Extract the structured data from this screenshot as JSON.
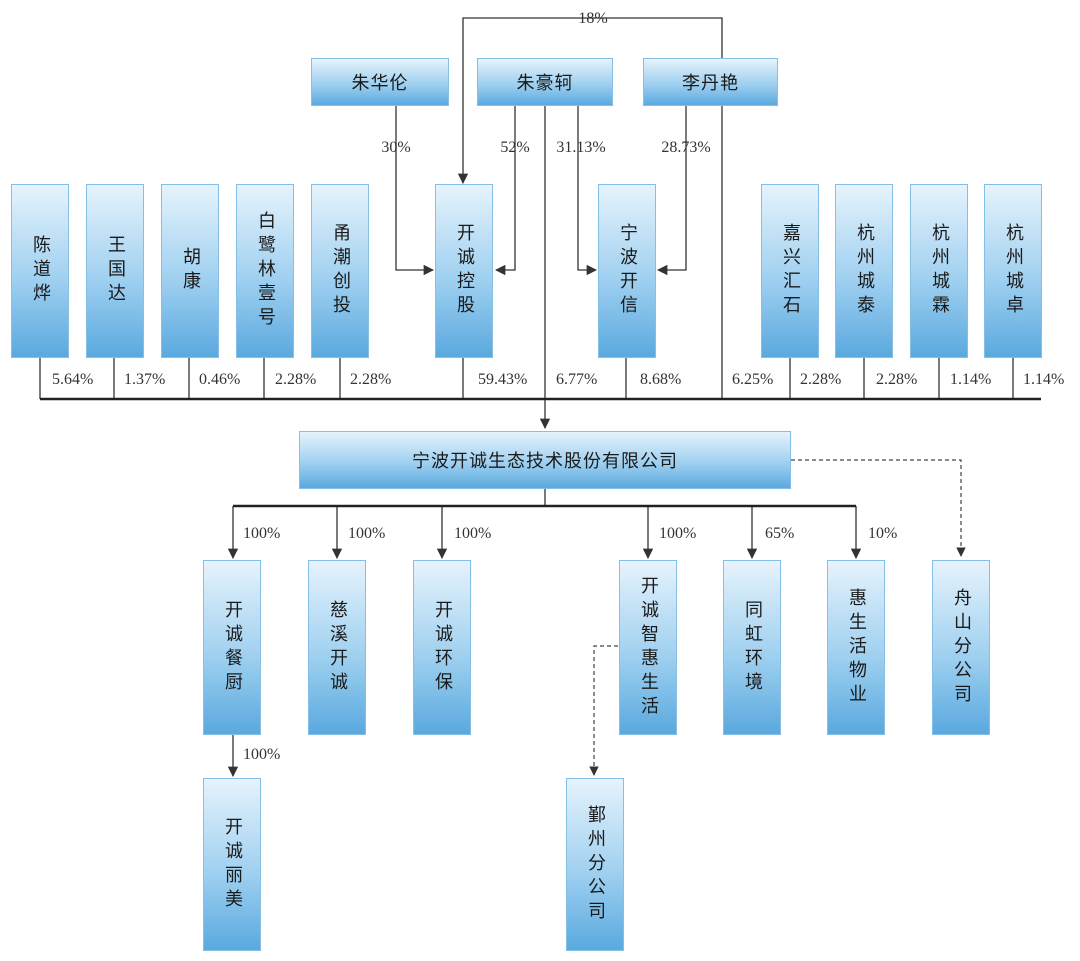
{
  "persons": {
    "zhu_hualun": "朱华伦",
    "zhu_haoke": "朱豪轲",
    "li_danyan": "李丹艳"
  },
  "holders": {
    "chen": "陈道烨",
    "wang": "王国达",
    "hu": "胡康",
    "bailu": "白鹭林壹号",
    "yongchao": "甬潮创投",
    "kaicheng_holding": "开诚控股",
    "ningbo_kaixin": "宁波开信",
    "jiaxing": "嘉兴汇石",
    "hz_tai": "杭州城泰",
    "hz_lin": "杭州城霖",
    "hz_zhuo": "杭州城卓"
  },
  "company": "宁波开诚生态技术股份有限公司",
  "subsidiaries": {
    "canchu": "开诚餐厨",
    "cixi": "慈溪开诚",
    "huanbao": "开诚环保",
    "zhihui": "开诚智惠生活",
    "tonghong": "同虹环境",
    "huisheng": "惠生活物业",
    "zhoushan": "舟山分公司",
    "limei": "开诚丽美",
    "yinzhou": "鄞州分公司"
  },
  "ratios": {
    "top_loop": "18%",
    "hualun_to_holding": "30%",
    "haoke_to_holding": "52%",
    "haoke_to_kaixin": "31.13%",
    "danyan_to_kaixin": "28.73%",
    "chen": "5.64%",
    "wang": "1.37%",
    "hu": "0.46%",
    "bailu": "2.28%",
    "yongchao": "2.28%",
    "kaicheng_holding": "59.43%",
    "haoke_direct": "6.77%",
    "ningbo_kaixin": "8.68%",
    "danyan_direct": "6.25%",
    "jiaxing": "2.28%",
    "hz_tai": "2.28%",
    "hz_lin": "1.14%",
    "hz_zhuo": "1.14%",
    "canchu": "100%",
    "cixi": "100%",
    "huanbao": "100%",
    "zhihui": "100%",
    "tonghong": "65%",
    "huisheng": "10%",
    "limei": "100%"
  }
}
